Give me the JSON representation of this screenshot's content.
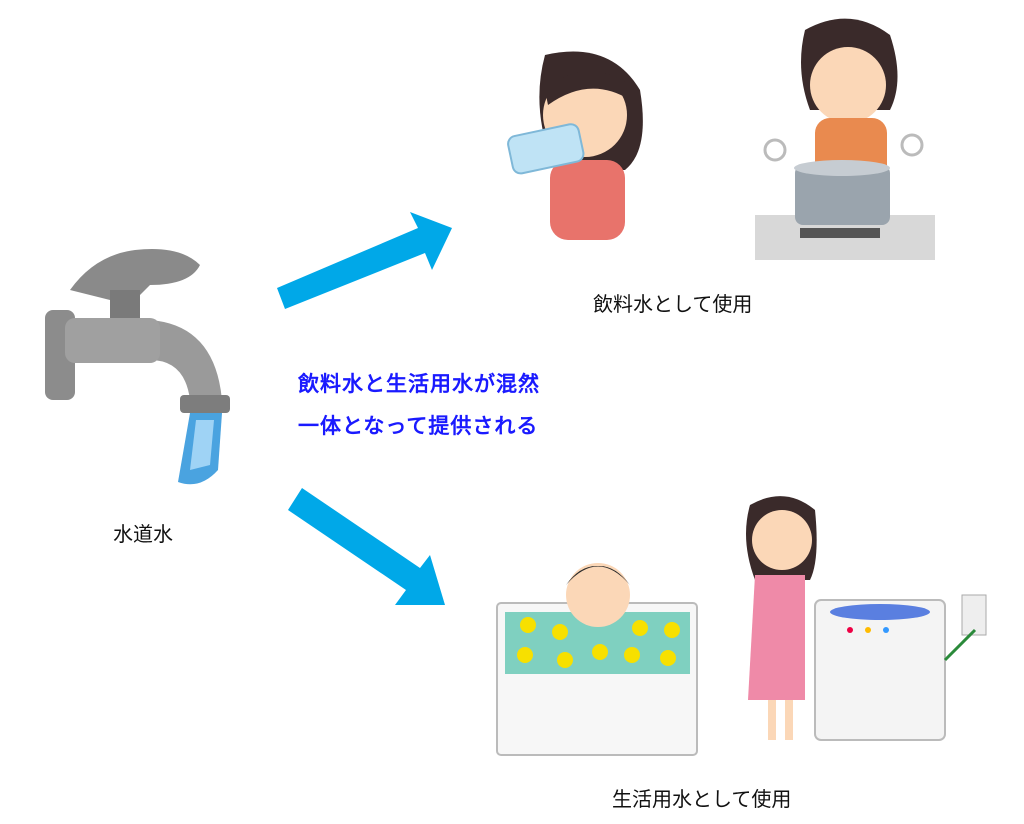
{
  "source_label": "水道水",
  "center_text": {
    "line1": "飲料水と生活用水が混然",
    "line2": "一体となって提供される"
  },
  "drinking_label": "飲料水として使用",
  "domestic_label": "生活用水として使用",
  "colors": {
    "arrow": "#00a8e8",
    "center_text": "#1a1aff"
  }
}
